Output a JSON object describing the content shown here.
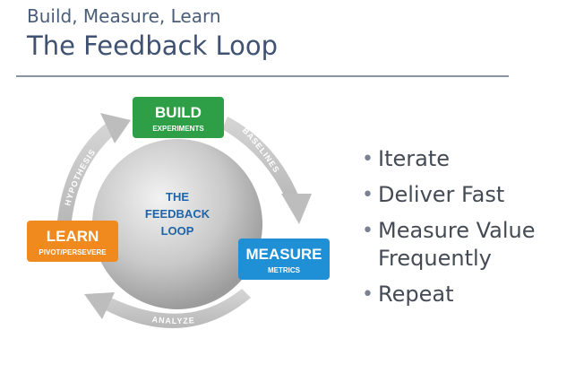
{
  "header": {
    "subtitle": "Build, Measure, Learn",
    "title": "The Feedback Loop"
  },
  "diagram": {
    "center": [
      "THE",
      "FEEDBACK",
      "LOOP"
    ],
    "build": {
      "label": "BUILD",
      "sub": "EXPERIMENTS",
      "color": "#2e9f47"
    },
    "measure": {
      "label": "MEASURE",
      "sub": "METRICS",
      "color": "#1f8fd6"
    },
    "learn": {
      "label": "LEARN",
      "sub": "PIVOT/PERSEVERE",
      "color": "#f08a1e"
    },
    "arrows": {
      "build_to_measure": "BASELINES",
      "measure_to_learn": "ANALYZE",
      "learn_to_build": "HYPOTHESIS"
    },
    "center_text_color": "#1f63a8"
  },
  "bullets": [
    {
      "text": "Iterate"
    },
    {
      "text": "Deliver Fast"
    },
    {
      "text": "Measure Value Frequently"
    },
    {
      "text": "Repeat"
    }
  ]
}
